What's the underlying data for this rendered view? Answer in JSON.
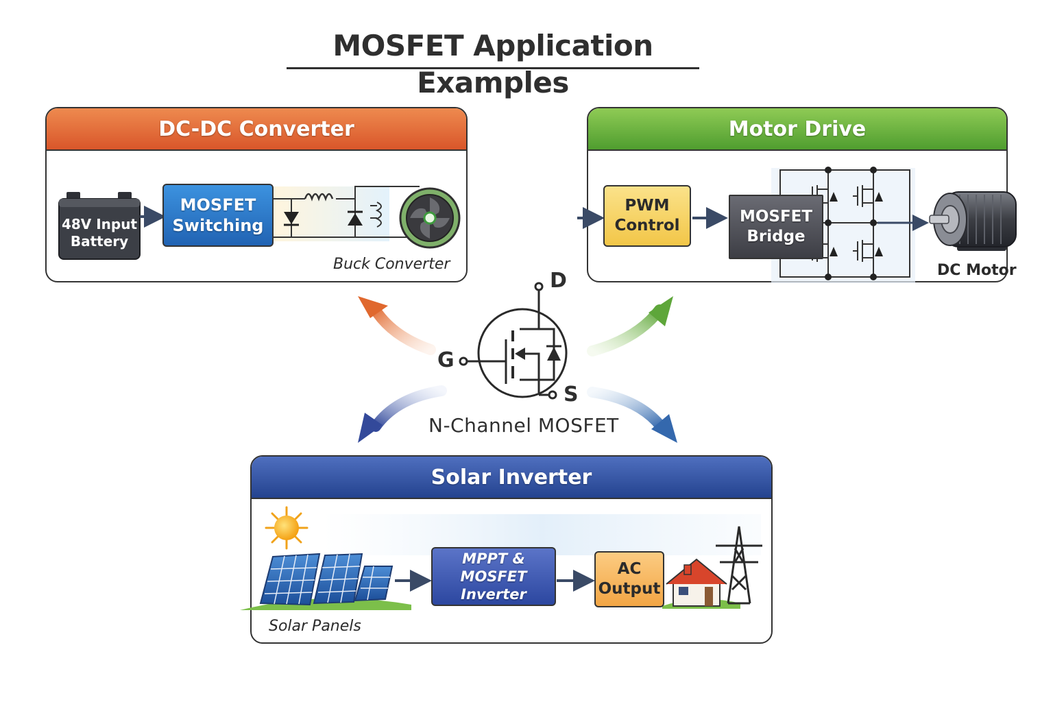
{
  "title": "MOSFET Application Examples",
  "center": {
    "label": "N-Channel MOSFET",
    "terminal_d": "D",
    "terminal_g": "G",
    "terminal_s": "S"
  },
  "dc_dc": {
    "header": "DC-DC Converter",
    "battery": "48V Input\nBattery",
    "switch": "MOSFET\nSwitching",
    "caption": "Buck Converter"
  },
  "motor": {
    "header": "Motor Drive",
    "pwm": "PWM\nControl",
    "bridge": "MOSFET\nBridge",
    "caption": "DC Motor"
  },
  "solar": {
    "header": "Solar Inverter",
    "mppt": "MPPT &\nMOSFET Inverter",
    "ac": "AC\nOutput",
    "caption": "Solar Panels"
  },
  "colors": {
    "dc_header": "#d9562a",
    "motor_header": "#4f9d2f",
    "solar_header": "#24438f",
    "mosfet_block": "#2f7fd0",
    "pwm_block": "#f5d062",
    "bridge_block": "#505058",
    "mppt_block": "#3b57b3",
    "ac_block": "#f6b860"
  }
}
